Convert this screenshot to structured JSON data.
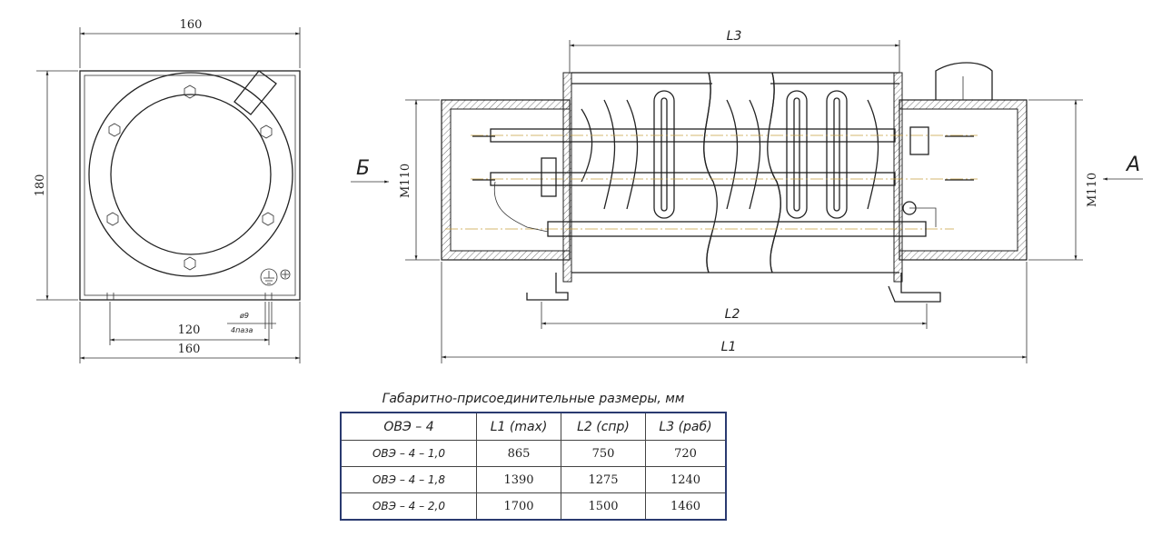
{
  "side_view": {
    "dim_top_width": "160",
    "dim_height": "180",
    "dim_bolt_spacing": "120",
    "dim_bottom_width": "160",
    "hole_note_diameter": "ø9",
    "hole_note_count": "4паза"
  },
  "front_view": {
    "label_l3": "L3",
    "label_l2": "L2",
    "label_l1": "L1",
    "thread_left": "М110",
    "thread_right": "М110",
    "view_b": "Б",
    "view_a": "А"
  },
  "table": {
    "caption": "Габаритно-присоединительные размеры, мм",
    "headers": [
      "ОВЭ – 4",
      "L1 (max)",
      "L2 (спр)",
      "L3 (раб)"
    ],
    "rows": [
      {
        "model": "ОВЭ – 4 – 1,0",
        "l1": "865",
        "l2": "750",
        "l3": "720"
      },
      {
        "model": "ОВЭ – 4 – 1,8",
        "l1": "1390",
        "l2": "1275",
        "l3": "1240"
      },
      {
        "model": "ОВЭ – 4 – 2,0",
        "l1": "1700",
        "l2": "1500",
        "l3": "1460"
      }
    ]
  }
}
